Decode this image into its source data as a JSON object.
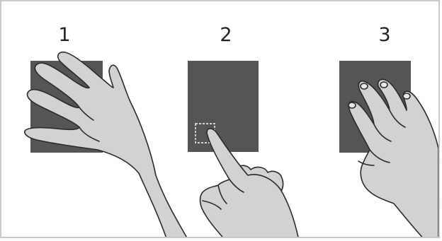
{
  "steps": [
    {
      "number": "1",
      "gesture": "palm-on-panel"
    },
    {
      "number": "2",
      "gesture": "finger-tap-corner"
    },
    {
      "number": "3",
      "gesture": "fingertips-on-panel"
    }
  ],
  "colors": {
    "panel": "#555555",
    "hand_fill": "#d2d2d2",
    "hand_stroke": "#2a2a2a",
    "frame_border": "#c9c9c9",
    "target_dash": "#ffffff"
  }
}
